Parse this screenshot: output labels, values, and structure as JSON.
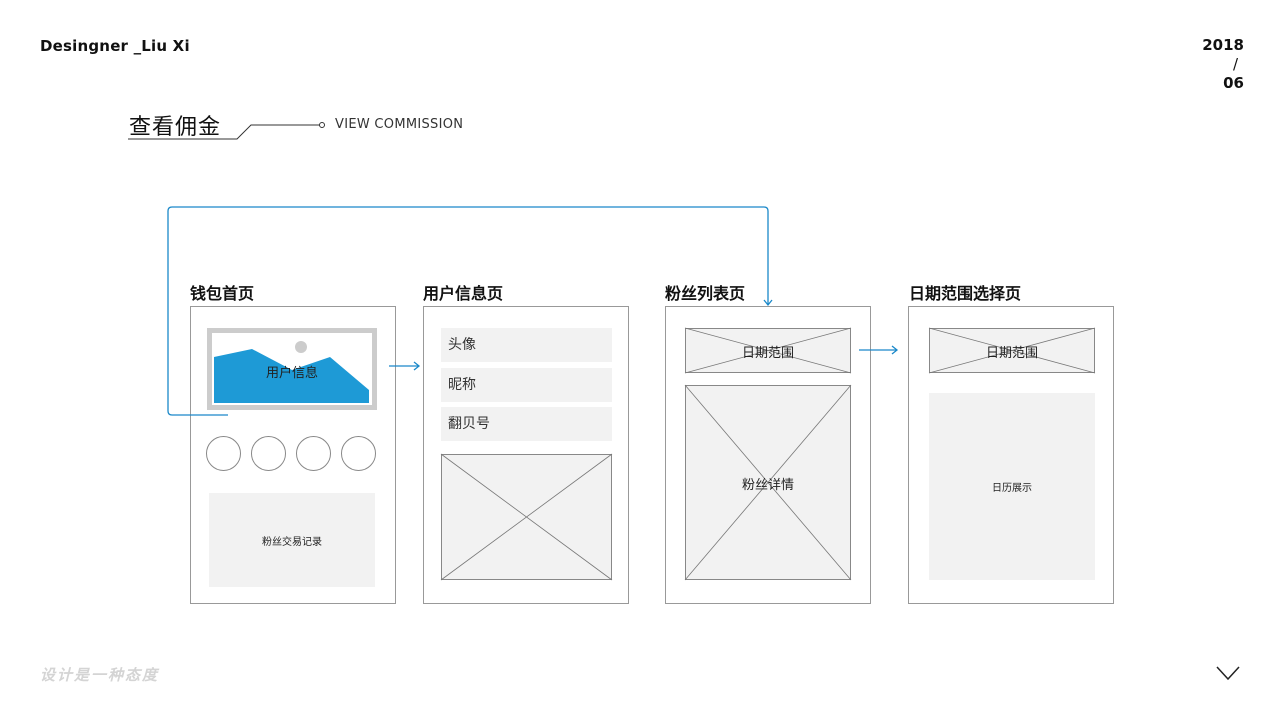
{
  "header": {
    "designer": "Desingner _Liu Xi",
    "year": "2018",
    "slash": "/",
    "month": "06"
  },
  "title": {
    "cn": "查看佣金",
    "en": "VIEW COMMISSION"
  },
  "pages": {
    "wallet_home": {
      "label": "钱包首页",
      "banner_text": "用户信息",
      "records_text": "粉丝交易记录"
    },
    "user_info": {
      "label": "用户信息页",
      "rows": [
        "头像",
        "昵称",
        "翻贝号"
      ]
    },
    "fans_list": {
      "label": "粉丝列表页",
      "date_range": "日期范围",
      "detail": "粉丝详情"
    },
    "date_select": {
      "label": "日期范围选择页",
      "date_range": "日期范围",
      "calendar": "日历展示"
    }
  },
  "footer": {
    "slogan": "设计是一种态度",
    "next_icon": "chevron-down-icon"
  },
  "colors": {
    "accent": "#1a88c9",
    "banner_fill": "#1e9ad6",
    "wire": "#999999",
    "block": "#f2f2f2"
  }
}
